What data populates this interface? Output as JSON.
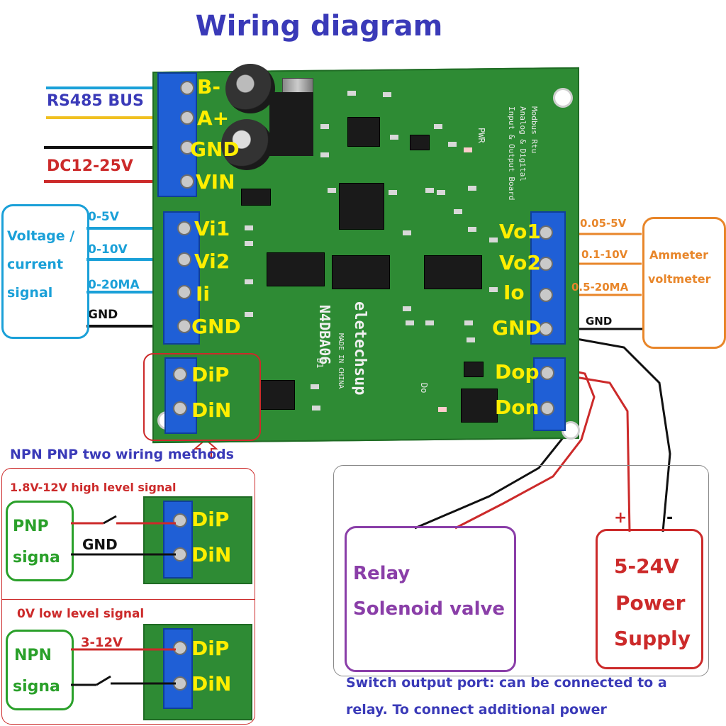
{
  "title": "Wiring diagram",
  "left_labels": {
    "rs485": "RS485 BUS",
    "dc": "DC12-25V",
    "v1": "0-5V",
    "v2": "0-10V",
    "i": "0-20MA",
    "gnd": "GND"
  },
  "input_box": [
    "Voltage /",
    "current",
    "signal"
  ],
  "terminals": {
    "b": "B-",
    "a": "A+",
    "gnd1": "GND",
    "vin": "VIN",
    "vi1": "Vi1",
    "vi2": "Vi2",
    "ii": "Ii",
    "gnd2": "GND",
    "dip": "DiP",
    "din": "DiN",
    "vo1": "Vo1",
    "vo2": "Vo2",
    "io": "Io",
    "gnd3": "GND",
    "dop": "Dop",
    "don": "Don"
  },
  "right_labels": {
    "o1": "0.05-5V",
    "o2": "0.1-10V",
    "o3": "0.5-20MA",
    "gnd": "GND"
  },
  "meter_box": [
    "Ammeter",
    "voltmeter"
  ],
  "board_silk": {
    "model": "N4DBA06",
    "brand": "eletechsup",
    "made": "MADE IN CHINA",
    "pwr": "PWR",
    "desc1": "Modbus Rtu",
    "desc2": "Analog & Digital",
    "desc3": "Input & Output Board",
    "d1": "D1",
    "do": "Do"
  },
  "npn_pnp_title": "NPN PNP two wiring methods",
  "pnp": {
    "header": "1.8V-12V high level signal",
    "box": [
      "PNP",
      "signa"
    ],
    "gnd": "GND",
    "dip": "DiP",
    "din": "DiN"
  },
  "npn": {
    "header": "0V low level signal",
    "box": [
      "NPN",
      "signa"
    ],
    "volt": "3-12V",
    "dip": "DiP",
    "din": "DiN"
  },
  "relay_box": [
    "Relay",
    "Solenoid valve"
  ],
  "power_box": [
    "5-24V",
    "Power",
    "Supply"
  ],
  "plus": "+",
  "minus": "-",
  "note": [
    "Switch output port: can be connected to a",
    "relay. To connect additional power"
  ],
  "colors": {
    "title": "#3a3ab8",
    "terminal_label": "#ffee00",
    "board": "#2e8b34",
    "terminal": "#1f5fd6",
    "blue_wire": "#1aa0d8",
    "orange": "#e8862a",
    "red": "#cc2a2a",
    "purple": "#8a3ea8",
    "green": "#2aa02a"
  }
}
